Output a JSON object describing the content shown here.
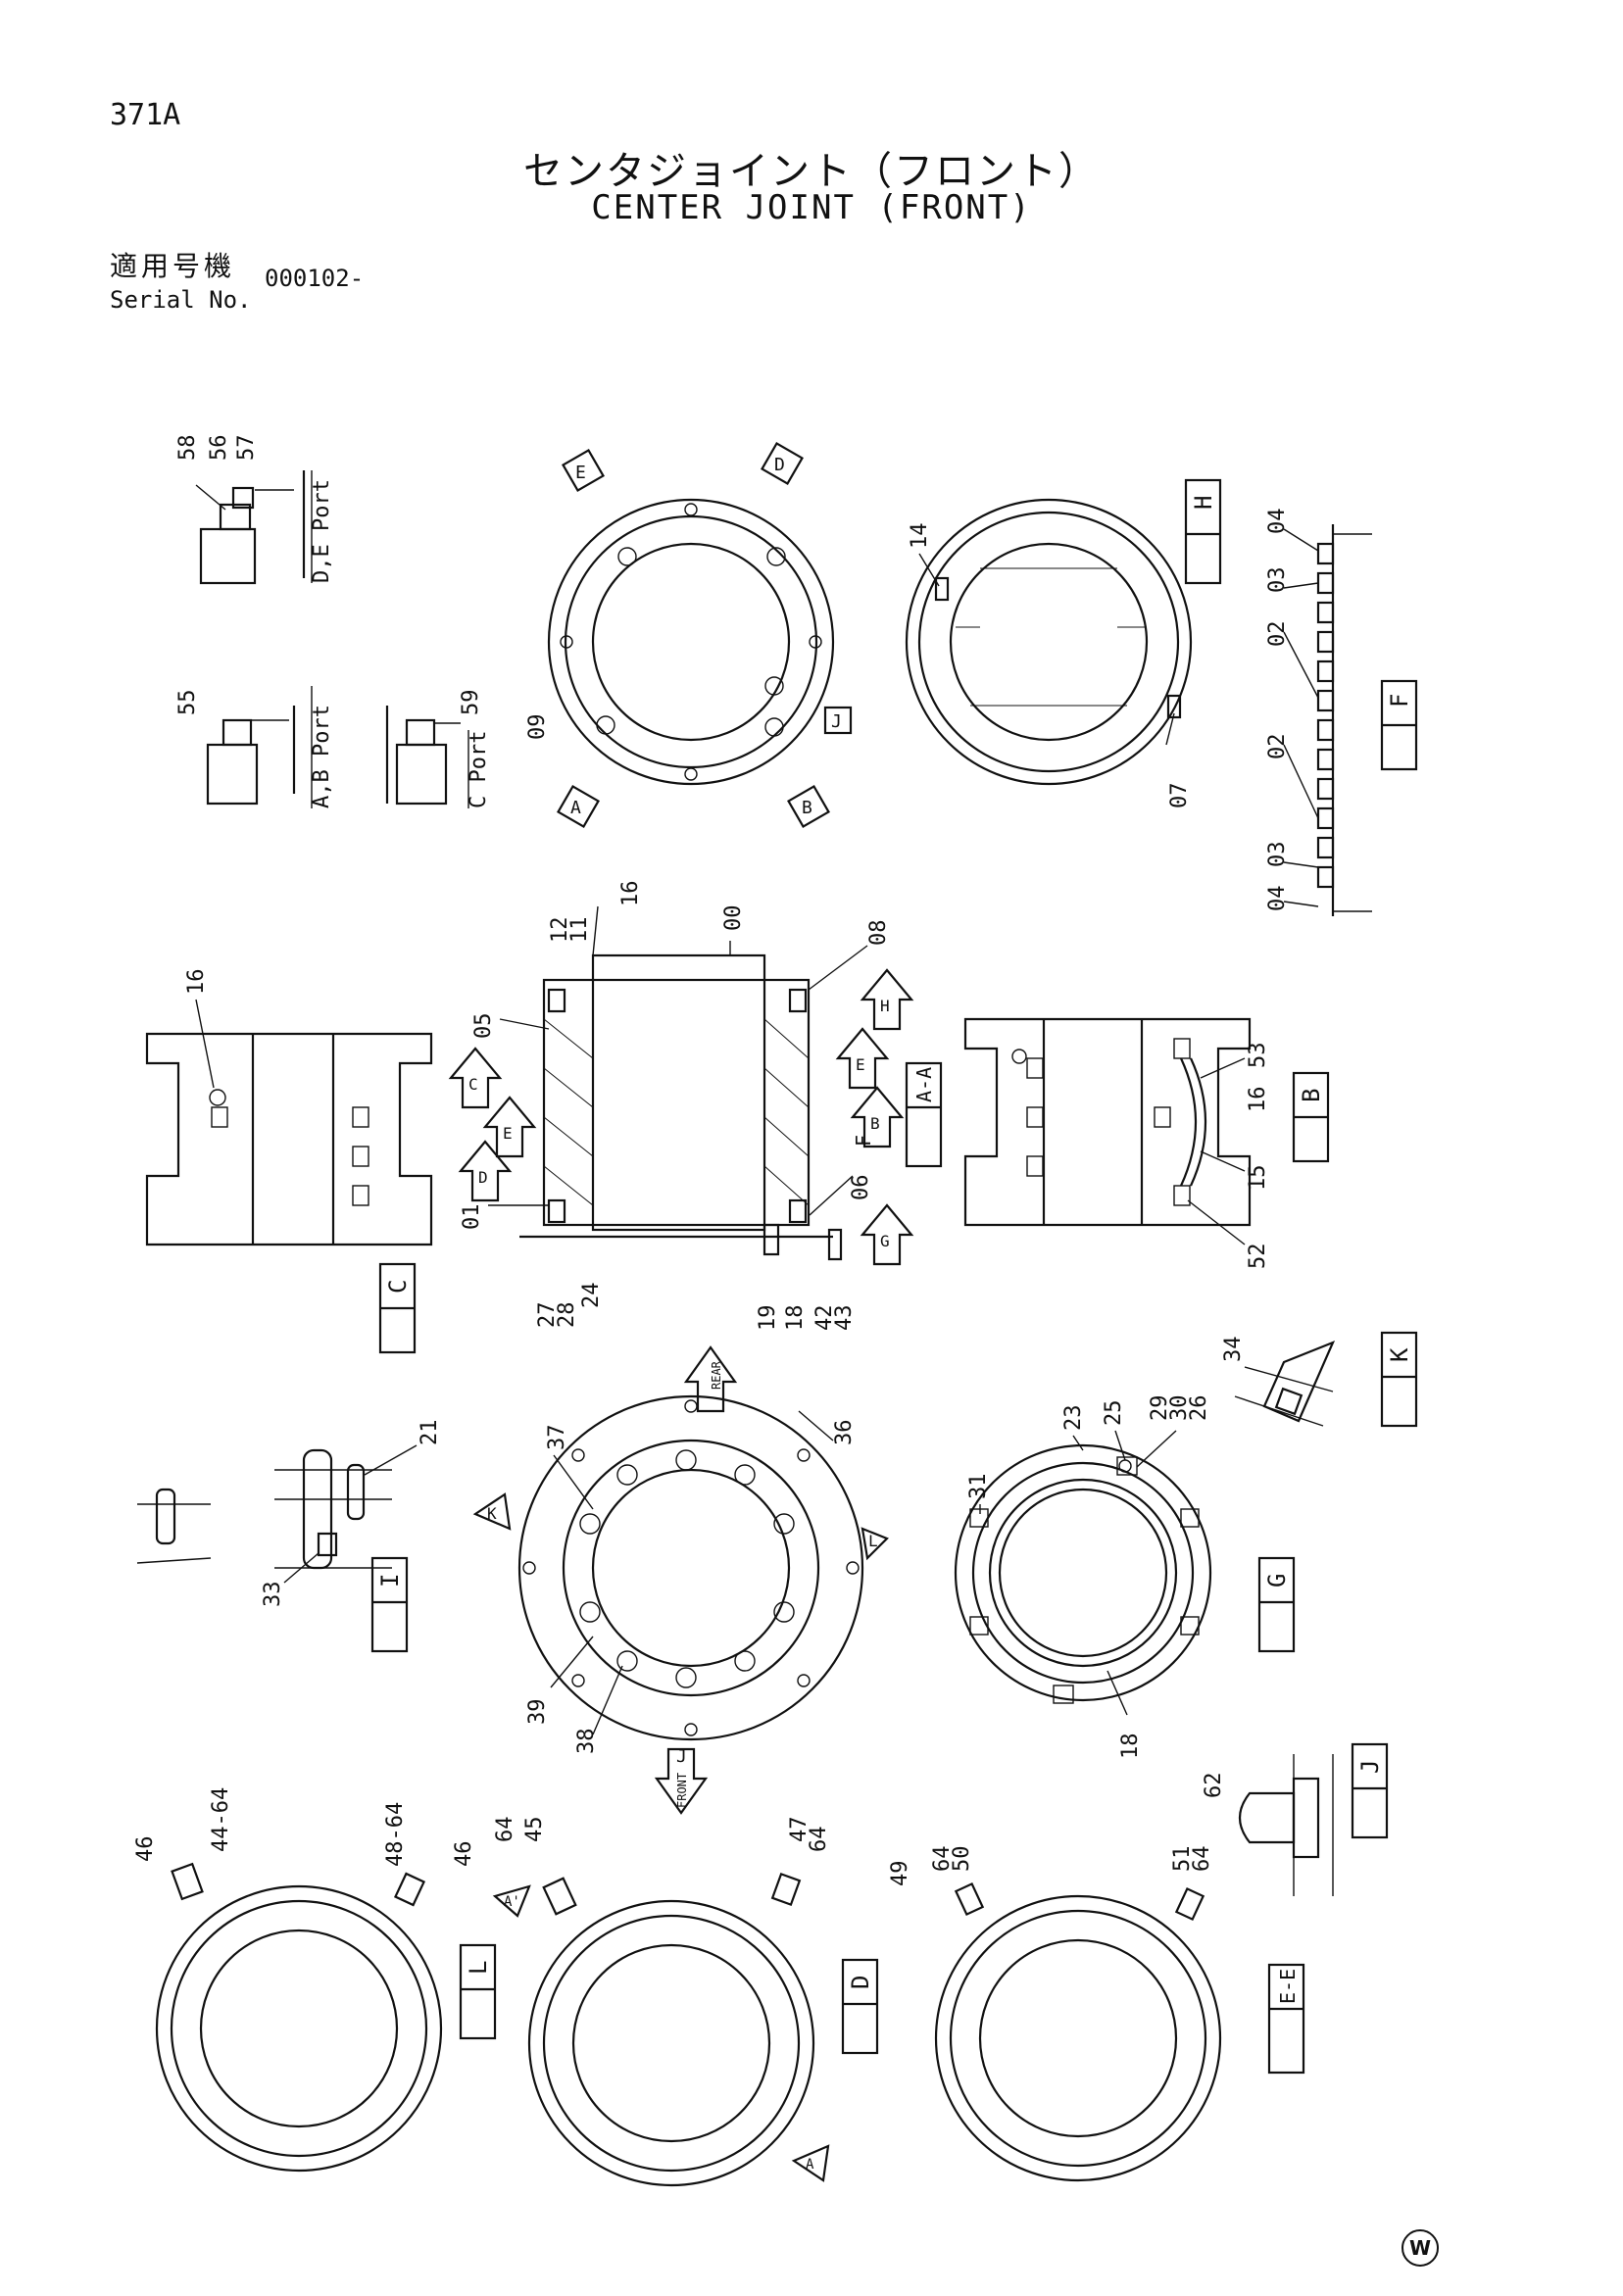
{
  "header": {
    "page_code": "371A",
    "title_jp": "センタジョイント（フロント）",
    "title_en": "CENTER JOINT (FRONT)",
    "serial_label_jp": "適用号機",
    "serial_label_en": "Serial No.",
    "serial_value": "000102-"
  },
  "port_labels": {
    "de_port": "D,E Port",
    "ab_port": "A,B Port",
    "c_port": "C Port"
  },
  "view_tags": {
    "section_h": "H",
    "detail_f": "F",
    "view_b": "B",
    "view_c": "C",
    "section_k": "K",
    "view_g": "G",
    "section_i": "I",
    "section_j": "J",
    "section_l": "L",
    "section_d": "D",
    "section_ee": "E-E",
    "section_aa": "A-A"
  },
  "arrow_labels": {
    "rear": "REAR",
    "front": "FRONT",
    "a": "A",
    "b": "B",
    "c": "C",
    "d": "D",
    "e": "E",
    "h": "H",
    "g": "G",
    "j": "J",
    "k": "K",
    "l": "L",
    "f": "F",
    "a_prime": "A'"
  },
  "part_numbers": {
    "p58": "58",
    "p56": "56",
    "p57": "57",
    "p55": "55",
    "p59": "59",
    "p09": "09",
    "p14": "14",
    "p07": "07",
    "p04a": "04",
    "p03a": "03",
    "p02a": "02",
    "p02b": "02",
    "p03b": "03",
    "p04b": "04",
    "p12": "12",
    "p11": "11",
    "p16a": "16",
    "p00": "00",
    "p08": "08",
    "p05": "05",
    "p01": "01",
    "p06": "06",
    "p27": "27",
    "p28": "28",
    "p24": "24",
    "p19": "19",
    "p18a": "18",
    "p42": "42",
    "p43": "43",
    "p16b": "16",
    "p16c": "16",
    "p53": "53",
    "p15": "15",
    "p52": "52",
    "p21": "21",
    "p33": "33",
    "p37": "37",
    "p36": "36",
    "p39": "39",
    "p38": "38",
    "p34": "34",
    "p23": "23",
    "p25": "25",
    "p29": "29",
    "p30": "30",
    "p26": "26",
    "p31": "31",
    "p18b": "18",
    "p62": "62",
    "p46a": "46",
    "p44_64": "44-64",
    "p48_64": "48-64",
    "p46b": "46",
    "p64a": "64",
    "p45": "45",
    "p47": "47",
    "p64b": "64",
    "p49": "49",
    "p64c": "64",
    "p50": "50",
    "p51": "51",
    "p64d": "64"
  },
  "footer_mark": "W"
}
